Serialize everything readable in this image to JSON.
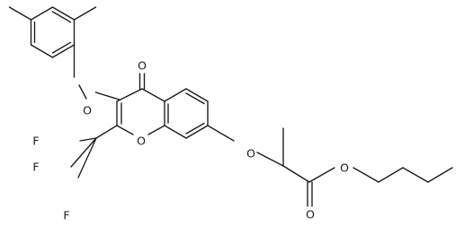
{
  "labels": {
    "o_phenoxy": "O",
    "o_carbonyl": "O",
    "o_ring": "O",
    "o_aryl_ether": "O",
    "o_ester": "O",
    "o_ester_carbonyl": "O",
    "f1": "F",
    "f2": "F",
    "f3": "F"
  }
}
